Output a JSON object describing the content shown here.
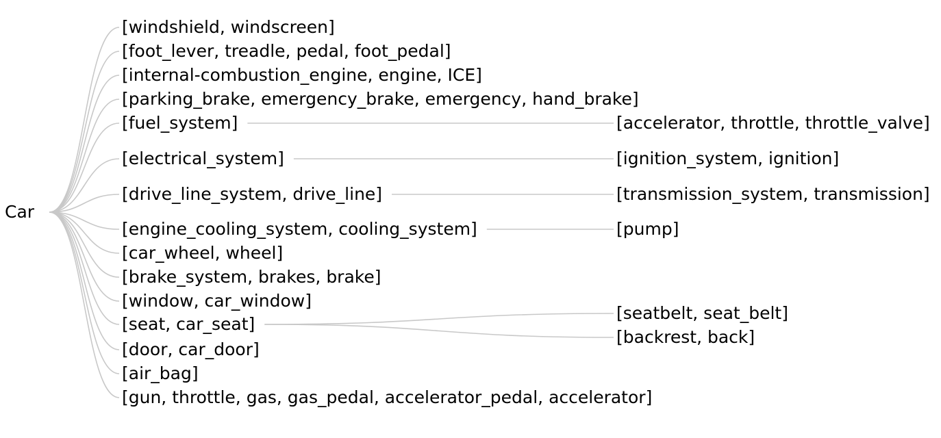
{
  "root": {
    "label": "Car"
  },
  "children": [
    {
      "label": "[windshield, windscreen]",
      "children": []
    },
    {
      "label": "[foot_lever, treadle, pedal, foot_pedal]",
      "children": []
    },
    {
      "label": "[internal-combustion_engine, engine, ICE]",
      "children": []
    },
    {
      "label": "[parking_brake, emergency_brake, emergency, hand_brake]",
      "children": []
    },
    {
      "label": "[fuel_system]",
      "children": [
        {
          "label": "[accelerator, throttle, throttle_valve]"
        }
      ]
    },
    {
      "label": "[electrical_system]",
      "children": [
        {
          "label": "[ignition_system, ignition]"
        }
      ]
    },
    {
      "label": "[drive_line_system, drive_line]",
      "children": [
        {
          "label": "[transmission_system, transmission]"
        }
      ]
    },
    {
      "label": "[engine_cooling_system, cooling_system]",
      "children": [
        {
          "label": "[pump]"
        }
      ]
    },
    {
      "label": "[car_wheel, wheel]",
      "children": []
    },
    {
      "label": "[brake_system, brakes, brake]",
      "children": []
    },
    {
      "label": "[window, car_window]",
      "children": []
    },
    {
      "label": "[seat, car_seat]",
      "children": [
        {
          "label": "[seatbelt, seat_belt]"
        },
        {
          "label": "[backrest, back]"
        }
      ]
    },
    {
      "label": "[door, car_door]",
      "children": []
    },
    {
      "label": "[air_bag]",
      "children": []
    },
    {
      "label": "[gun, throttle, gas, gas_pedal, accelerator_pedal, accelerator]",
      "children": []
    }
  ],
  "style": {
    "link_color": "#c8c8c8",
    "text_color": "#000000",
    "background": "#ffffff"
  }
}
